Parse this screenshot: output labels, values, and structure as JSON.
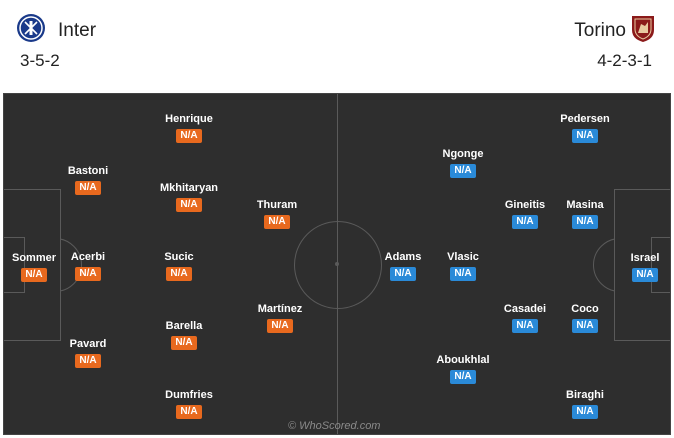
{
  "home": {
    "name": "Inter",
    "formation": "3-5-2",
    "badge_color": "#e8691e",
    "crest_icon": "inter-crest-icon",
    "players": [
      {
        "name": "Sommer",
        "rating": "N/A"
      },
      {
        "name": "Bastoni",
        "rating": "N/A"
      },
      {
        "name": "Acerbi",
        "rating": "N/A"
      },
      {
        "name": "Pavard",
        "rating": "N/A"
      },
      {
        "name": "Henrique",
        "rating": "N/A"
      },
      {
        "name": "Mkhitaryan",
        "rating": "N/A"
      },
      {
        "name": "Sucic",
        "rating": "N/A"
      },
      {
        "name": "Barella",
        "rating": "N/A"
      },
      {
        "name": "Dumfries",
        "rating": "N/A"
      },
      {
        "name": "Thuram",
        "rating": "N/A"
      },
      {
        "name": "Martínez",
        "rating": "N/A"
      }
    ]
  },
  "away": {
    "name": "Torino",
    "formation": "4-2-3-1",
    "badge_color": "#2a8ad8",
    "crest_icon": "torino-crest-icon",
    "players": [
      {
        "name": "Israel",
        "rating": "N/A"
      },
      {
        "name": "Pedersen",
        "rating": "N/A"
      },
      {
        "name": "Masina",
        "rating": "N/A"
      },
      {
        "name": "Coco",
        "rating": "N/A"
      },
      {
        "name": "Biraghi",
        "rating": "N/A"
      },
      {
        "name": "Gineitis",
        "rating": "N/A"
      },
      {
        "name": "Casadei",
        "rating": "N/A"
      },
      {
        "name": "Ngonge",
        "rating": "N/A"
      },
      {
        "name": "Vlasic",
        "rating": "N/A"
      },
      {
        "name": "Aboukhlal",
        "rating": "N/A"
      },
      {
        "name": "Adams",
        "rating": "N/A"
      }
    ]
  },
  "watermark": "© WhoScored.com"
}
